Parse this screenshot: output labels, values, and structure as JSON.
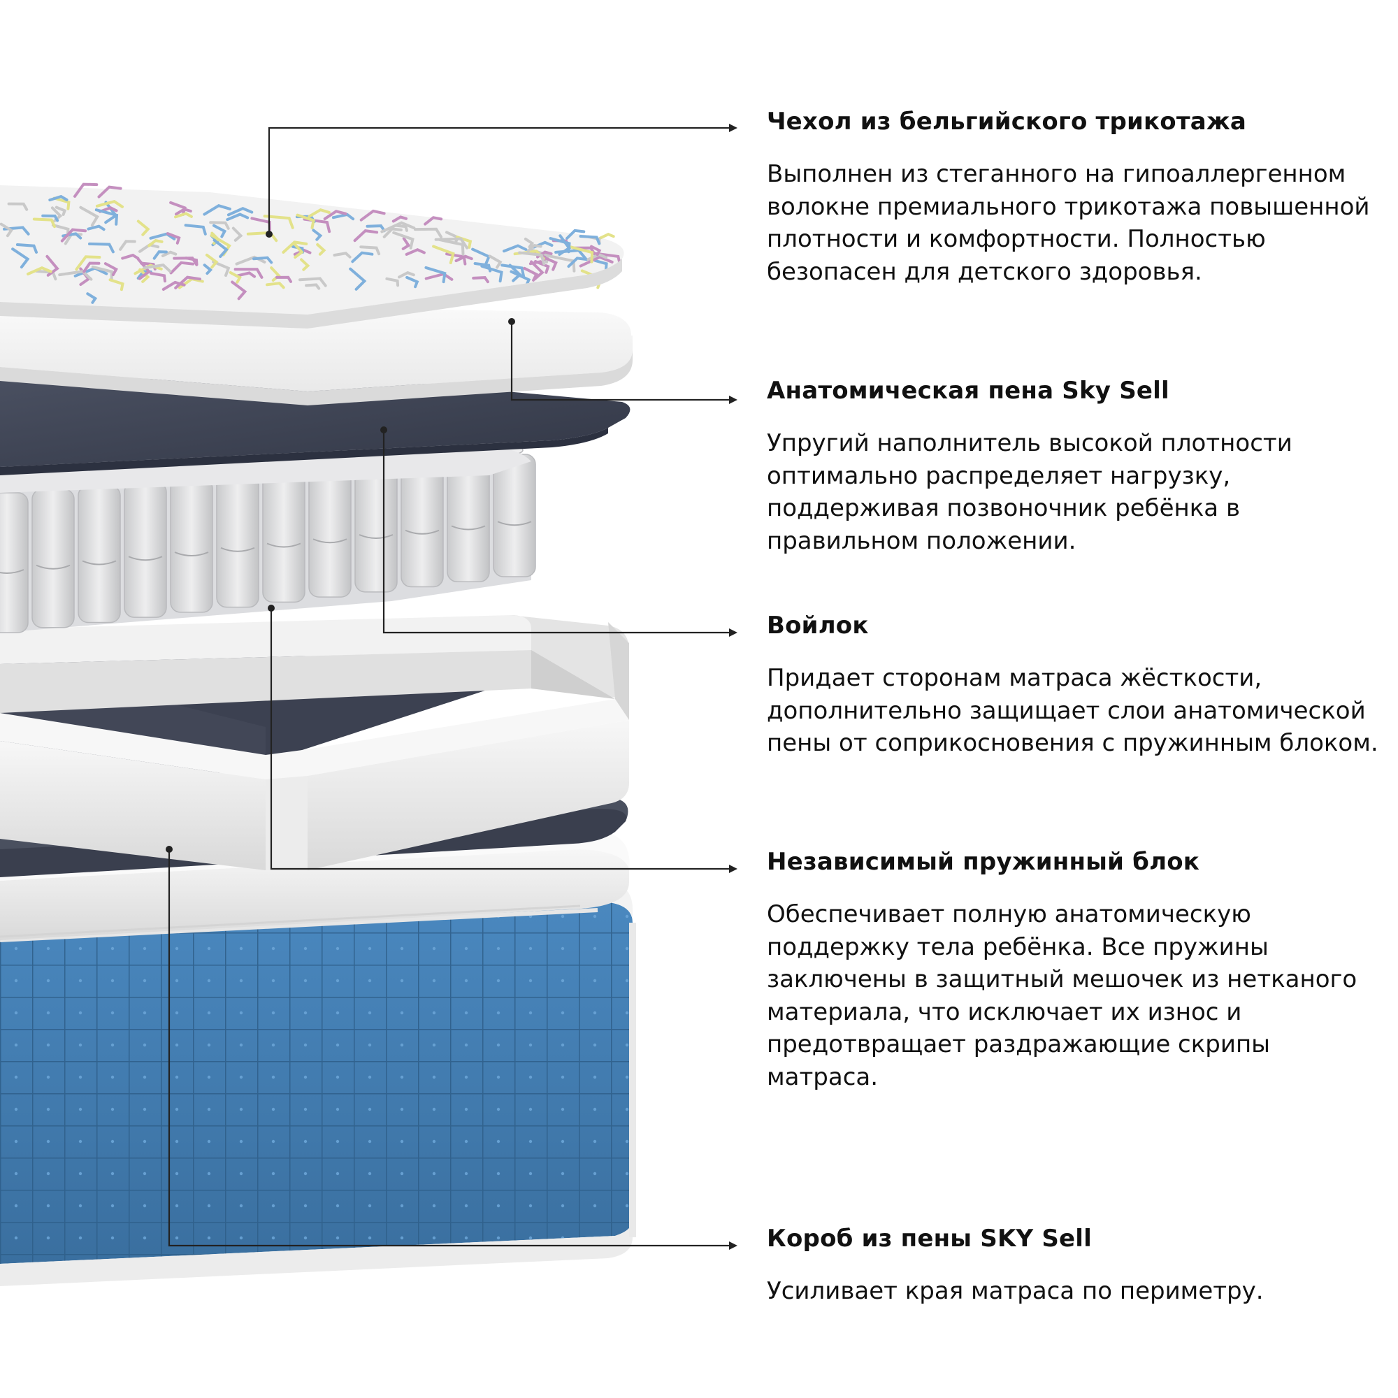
{
  "colors": {
    "text": "#111111",
    "leader_line": "#222222",
    "foam_white": "#f1f1f1",
    "felt_dark": "#3d4352",
    "spring_fabric": "#d9dadc",
    "box_blue": "#3d79ad",
    "cover_pattern_blue": "#7fb0dc",
    "cover_pattern_pink": "#c48fbf",
    "cover_pattern_yellow": "#e3e28a"
  },
  "layers": [
    {
      "title": "Чехол из бельгийского трикотажа",
      "description": "Выполнен из стеганного на гипоаллергенном волокне премиального трикотажа повышенной плотности и комфортности. Полностью безопасен для детского здоровья."
    },
    {
      "title": "Анатомическая пена Sky Sell",
      "description": "Упругий наполнитель высокой плотности оптимально распределяет нагрузку, поддерживая позвоночник ребёнка в правильном положении."
    },
    {
      "title": "Войлок",
      "description": "Придает сторонам матраса жёсткости, дополнительно защищает слои анатомической пены от соприкосновения с пружинным блоком."
    },
    {
      "title": "Независимый пружинный блок",
      "description": "Обеспечивает полную анатомическую поддержку тела ребёнка. Все пружины заключены в защитный мешочек из нетканого материала, что исключает их износ и предотвращает раздражающие скрипы матраса."
    },
    {
      "title": "Короб из пены SKY Sell",
      "description": "Усиливает края матраса по периметру."
    }
  ]
}
